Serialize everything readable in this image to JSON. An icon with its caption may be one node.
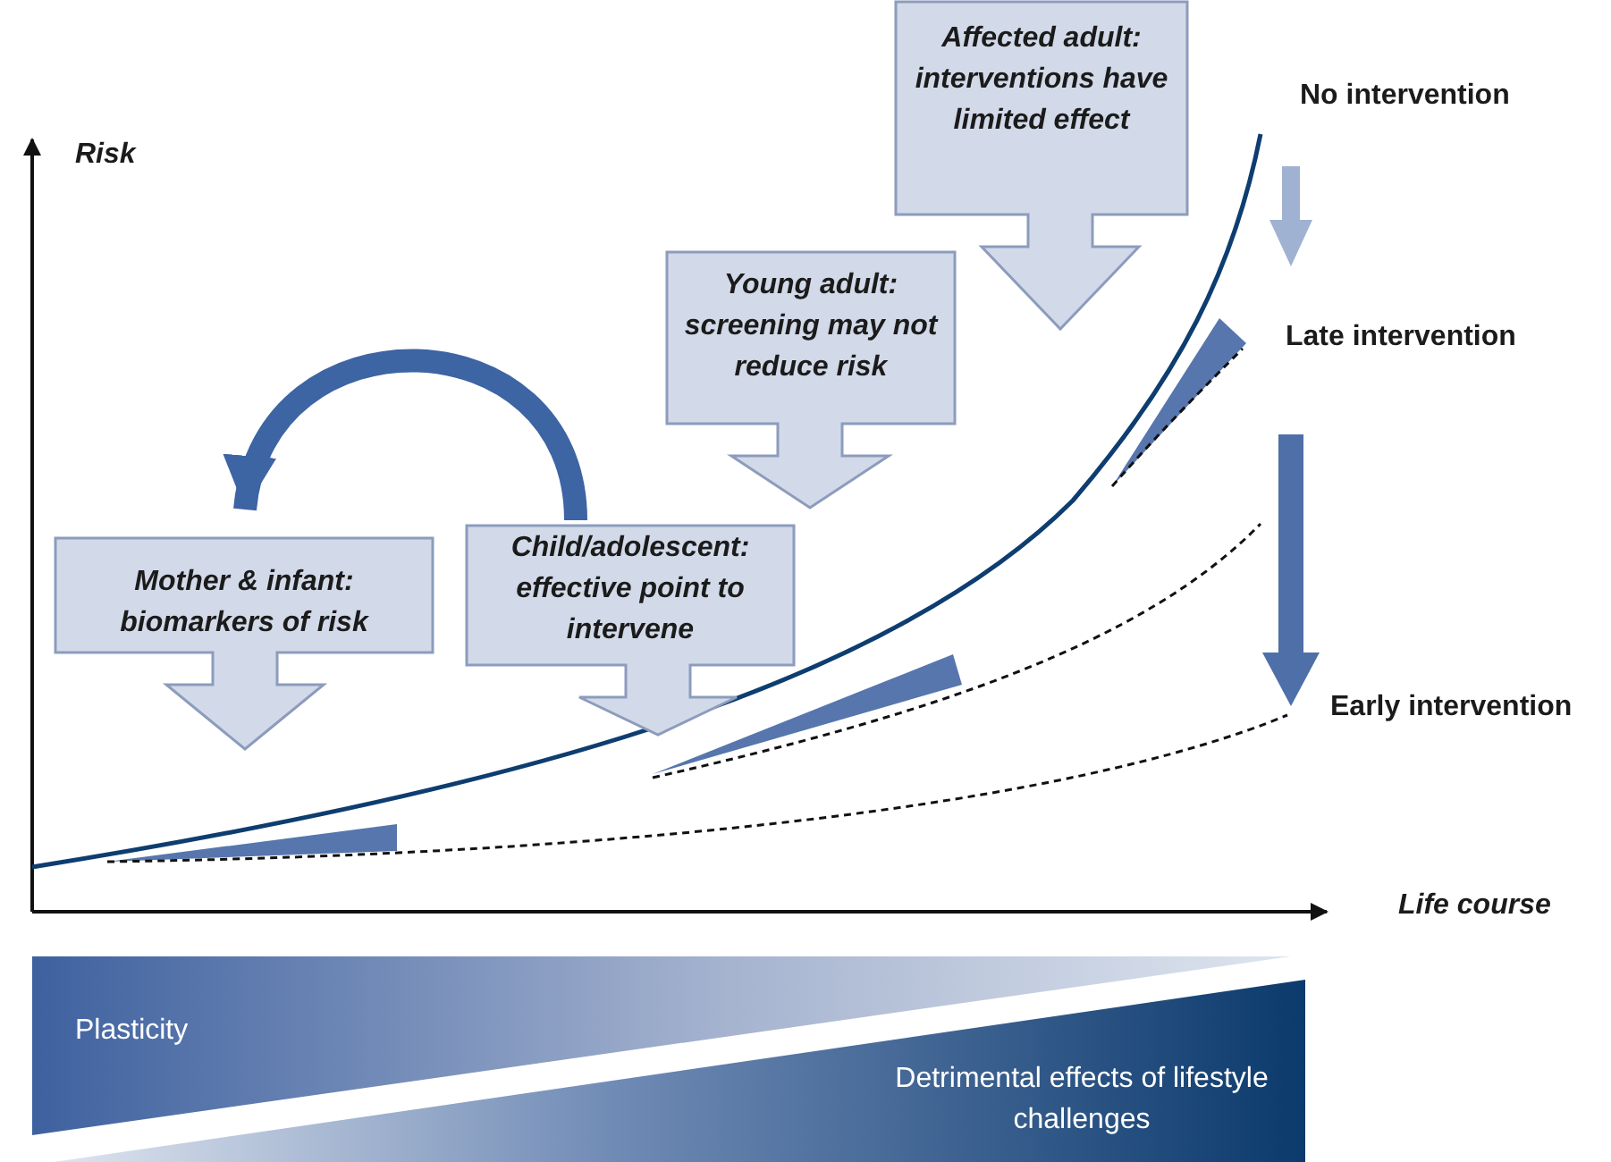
{
  "diagram": {
    "nodes": [
      {
        "text": [
          "Mother & infant: biomarkers of risk"
        ]
      },
      {
        "text": [
          "Child/adolescent: effective point to intervene"
        ]
      },
      {
        "text": [
          "Young adult: screening may not reduce risk"
        ]
      },
      {
        "text": [
          "Affected adult: interventions have limited effect"
        ]
      },
      {
        "text": [
          "Plasticity"
        ]
      },
      {
        "text": [
          "Detrimental effects of lifestyle challenges"
        ]
      }
    ],
    "edges": [
      {
        "from": 1,
        "to": 0,
        "arrow": "to"
      }
    ],
    "labels": [
      "Risk",
      "No intervention",
      "Late intervention",
      "Early intervention",
      "Life course"
    ]
  }
}
